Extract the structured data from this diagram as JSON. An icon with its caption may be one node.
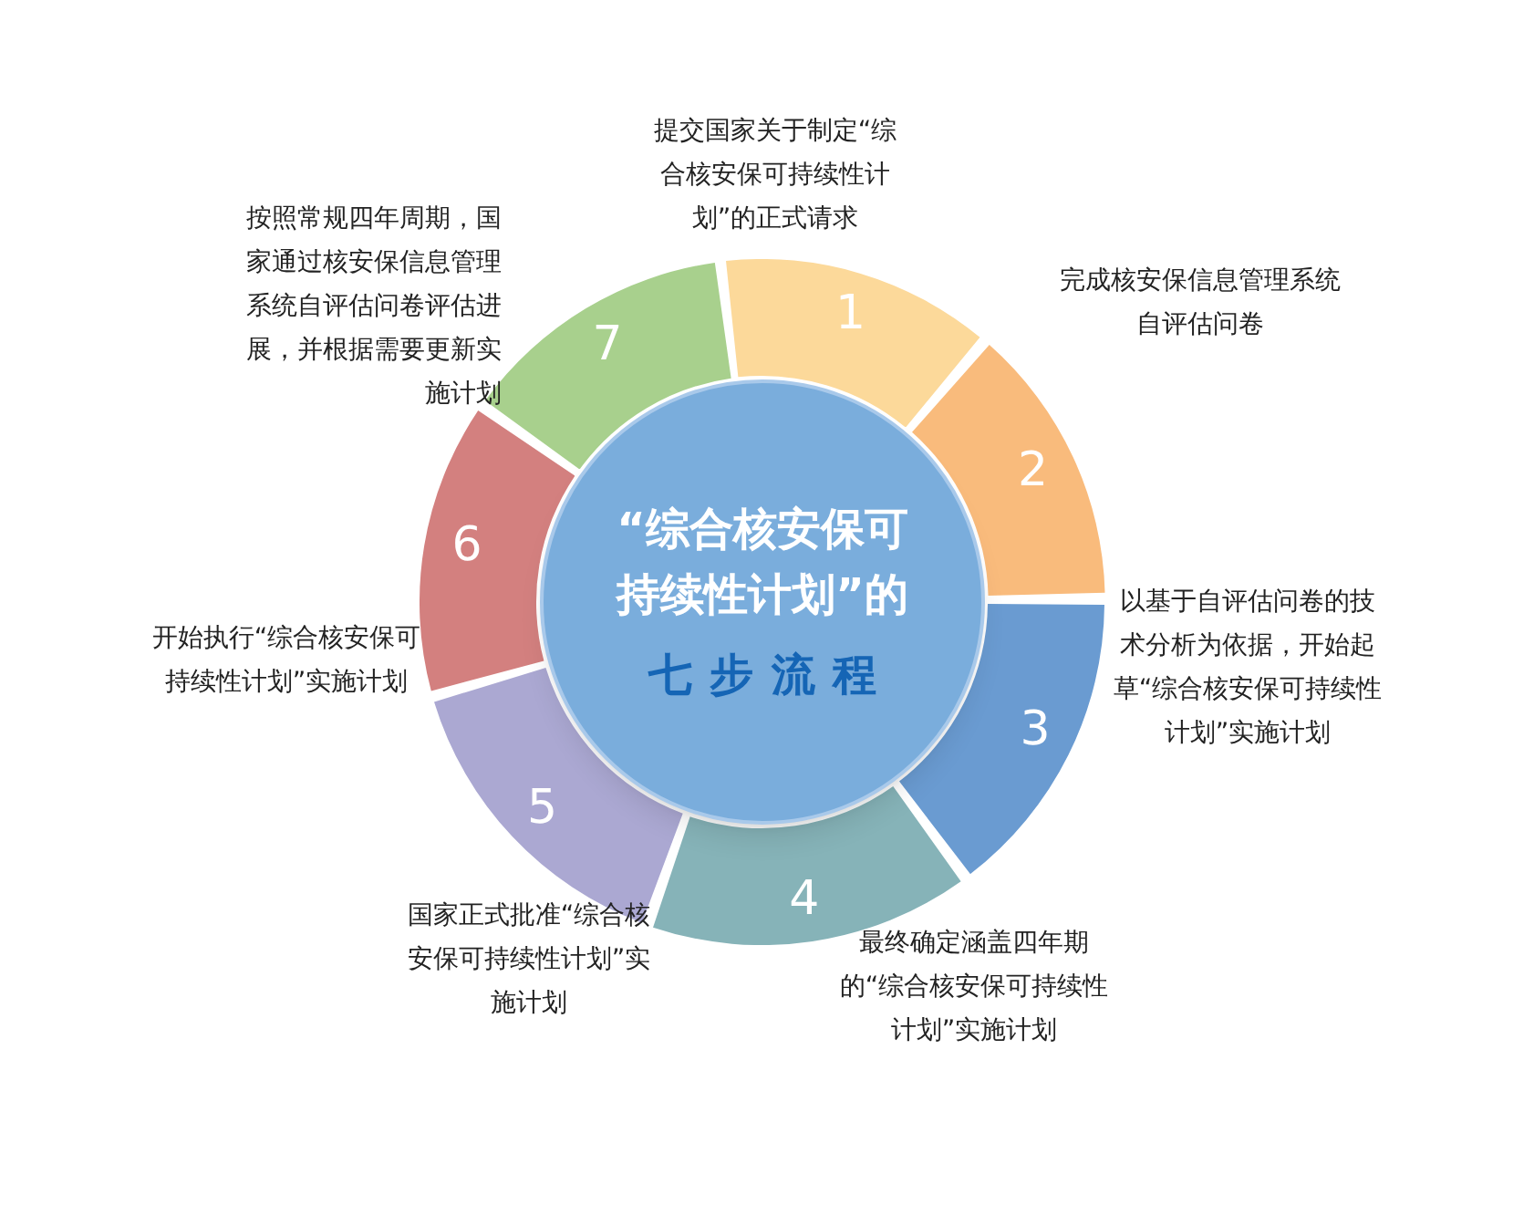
{
  "diagram": {
    "nodes": [
      {
        "text": [
          "“综合核安保可持续性计划”的",
          "七步流程"
        ]
      },
      {
        "text": [
          "1"
        ],
        "beside": [
          "提交国家关于制定“综合核安保可持续性计划”的正式请求"
        ]
      },
      {
        "text": [
          "2"
        ],
        "beside": [
          "完成核安保信息管理系统自评估问卷"
        ]
      },
      {
        "text": [
          "3"
        ],
        "beside": [
          "以基于自评估问卷的技术分析为依据，开始起草“综合核安保可持续性计划”实施计划"
        ]
      },
      {
        "text": [
          "4"
        ],
        "beside": [
          "最终确定涵盖四年期的“综合核安保可持续性计划”实施计划"
        ]
      },
      {
        "text": [
          "5"
        ],
        "beside": [
          "国家正式批准“综合核安保可持续性计划”实施计划"
        ]
      },
      {
        "text": [
          "6"
        ],
        "beside": [
          "开始执行“综合核安保可持续性计划”实施计划"
        ]
      },
      {
        "text": [
          "7"
        ],
        "beside": [
          "按照常规四年周期，国家通过核安保信息管理系统自评估问卷评估进展，并根据需要更新实施计划"
        ]
      }
    ]
  }
}
